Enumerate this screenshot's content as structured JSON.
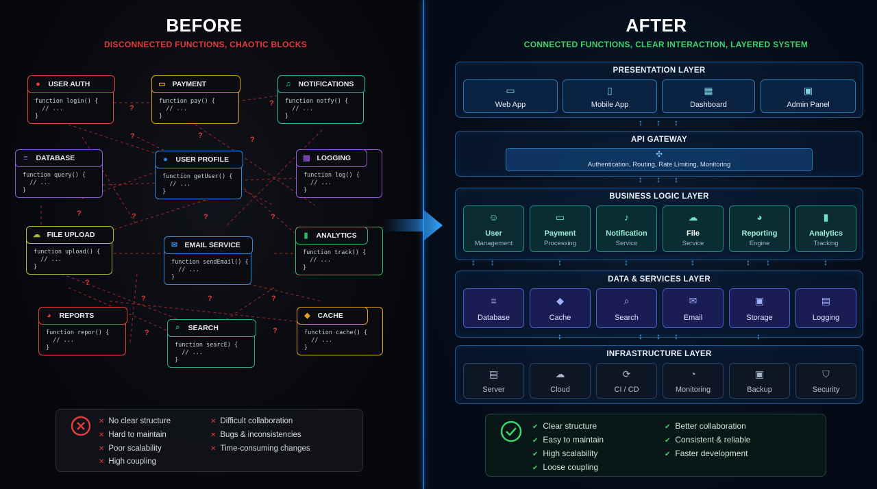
{
  "before": {
    "title": "BEFORE",
    "subtitle": "DISCONNECTED FUNCTIONS, CHAOTIC BLOCKS",
    "blocks": [
      {
        "label": "USER AUTH",
        "code": "function login() {\n  // ...\n}",
        "color": "#e0453a",
        "icon": "user-icon"
      },
      {
        "label": "PAYMENT",
        "code": "function pay() {\n  // ...\n}",
        "color": "#e0a020",
        "icon": "card-icon"
      },
      {
        "label": "NOTIFICATIONS",
        "code": "function notfy() {\n  // ...\n}",
        "color": "#28c0a8",
        "icon": "bell-icon"
      },
      {
        "label": "DATABASE",
        "code": "function query() {\n  // ...\n}",
        "color": "#8a5ad8",
        "icon": "database-icon"
      },
      {
        "label": "USER PROFILE",
        "code": "function getUser() {\n  // ...\n}",
        "color": "#2f8ae0",
        "icon": "user-icon"
      },
      {
        "label": "LOGGING",
        "code": "function log() {\n  // ...\n}",
        "color": "#9a5ae0",
        "icon": "document-icon"
      },
      {
        "label": "FILE UPLOAD",
        "code": "function upload() {\n  // ...\n}",
        "color": "#a8c040",
        "icon": "cloud-upload-icon"
      },
      {
        "label": "EMAIL SERVICE",
        "code": "function sendEmail() {\n  // ...\n}",
        "color": "#2f8ae0",
        "icon": "mail-icon"
      },
      {
        "label": "ANALYTICS",
        "code": "function track() {\n  // ...\n}",
        "color": "#30b870",
        "icon": "bar-chart-icon"
      },
      {
        "label": "REPORTS",
        "code": "function repor() {\n  // ...\n}",
        "color": "#e0453a",
        "icon": "pie-chart-icon"
      },
      {
        "label": "SEARCH",
        "code": "function searcE) {\n  // ...\n}",
        "color": "#28a890",
        "icon": "search-icon"
      },
      {
        "label": "CACHE",
        "code": "function cache() {\n  // ...\n}",
        "color": "#e0a020",
        "icon": "layers-icon"
      }
    ],
    "question_mark": "?",
    "summary": {
      "items": [
        "No clear structure",
        "Hard to maintain",
        "Poor scalability",
        "High coupling",
        "Difficult collaboration",
        "Bugs & inconsistencies",
        "Time-consuming changes"
      ],
      "icon": "x-circle-icon"
    }
  },
  "after": {
    "title": "AFTER",
    "subtitle": "CONNECTED FUNCTIONS, CLEAR INTERACTION, LAYERED SYSTEM",
    "presentation": {
      "title": "PRESENTATION LAYER",
      "items": [
        {
          "label": "Web App",
          "icon": "monitor-icon"
        },
        {
          "label": "Mobile App",
          "icon": "phone-icon"
        },
        {
          "label": "Dashboard",
          "icon": "dashboard-icon"
        },
        {
          "label": "Admin Panel",
          "icon": "admin-icon"
        }
      ]
    },
    "gateway": {
      "title": "API GATEWAY",
      "text": "Authentication, Routing, Rate Limiting, Monitoring",
      "icon": "network-icon"
    },
    "business": {
      "title": "BUSINESS LOGIC LAYER",
      "items": [
        {
          "label": "User",
          "sub": "Management",
          "icon": "user-icon"
        },
        {
          "label": "Payment",
          "sub": "Processing",
          "icon": "card-icon"
        },
        {
          "label": "Notification",
          "sub": "Service",
          "icon": "bell-icon"
        },
        {
          "label": "File",
          "sub": "Service",
          "icon": "cloud-upload-icon"
        },
        {
          "label": "Reporting",
          "sub": "Engine",
          "icon": "pie-chart-icon"
        },
        {
          "label": "Analytics",
          "sub": "Tracking",
          "icon": "bar-chart-icon"
        }
      ]
    },
    "data": {
      "title": "DATA & SERVICES LAYER",
      "items": [
        {
          "label": "Database",
          "icon": "database-icon"
        },
        {
          "label": "Cache",
          "icon": "layers-icon"
        },
        {
          "label": "Search",
          "icon": "search-icon"
        },
        {
          "label": "Email",
          "icon": "mail-icon"
        },
        {
          "label": "Storage",
          "icon": "storage-icon"
        },
        {
          "label": "Logging",
          "icon": "document-icon"
        }
      ]
    },
    "infra": {
      "title": "INFRASTRUCTURE LAYER",
      "items": [
        {
          "label": "Server",
          "icon": "server-icon"
        },
        {
          "label": "Cloud",
          "icon": "cloud-icon"
        },
        {
          "label": "CI / CD",
          "icon": "cicd-icon"
        },
        {
          "label": "Monitoring",
          "icon": "monitoring-icon"
        },
        {
          "label": "Backup",
          "icon": "backup-icon"
        },
        {
          "label": "Security",
          "icon": "shield-icon"
        }
      ]
    },
    "summary": {
      "items": [
        "Clear structure",
        "Easy to maintain",
        "High scalability",
        "Loose coupling",
        "Better collaboration",
        "Consistent & reliable",
        "Faster development"
      ],
      "icon": "check-circle-icon"
    }
  },
  "colors": {
    "before_subtitle": "#e23b3b",
    "after_subtitle": "#3fd46a",
    "divider": "#1a8cff"
  }
}
